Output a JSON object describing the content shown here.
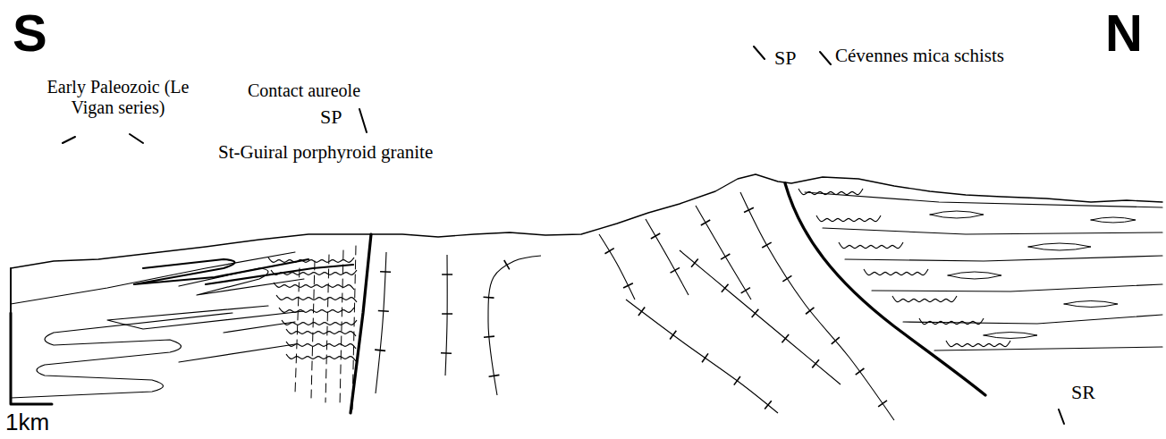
{
  "diagram": {
    "labels": [
      "S",
      "N",
      "St-Guiral porphyroid granite",
      "Early Paleozoic (Le Vigan series)",
      "Contact aureole",
      "SP",
      "SP",
      "Cévennes mica schists",
      "SR",
      "1km"
    ]
  }
}
